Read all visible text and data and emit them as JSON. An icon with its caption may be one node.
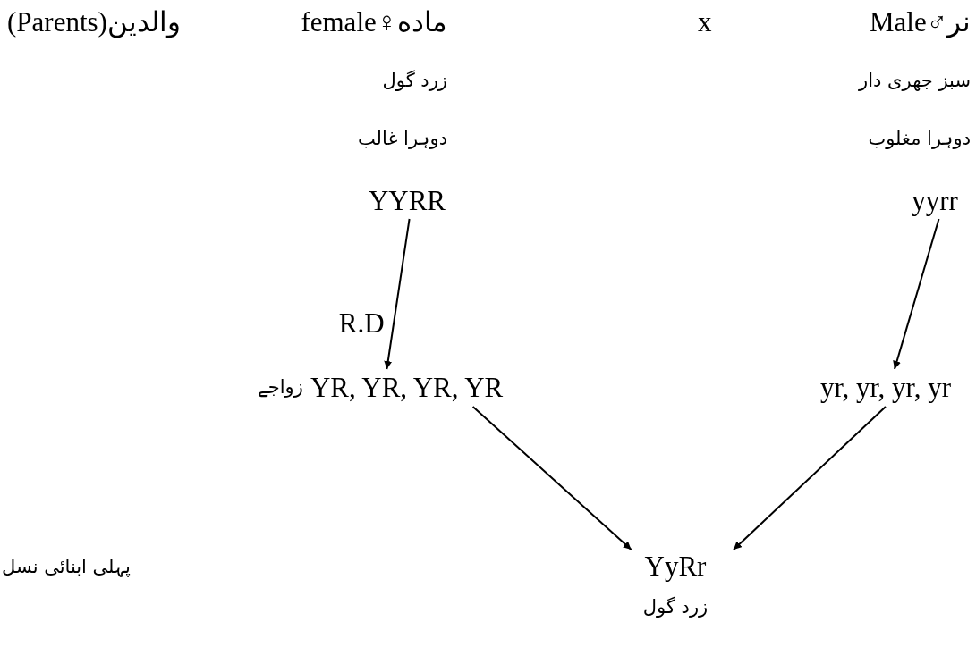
{
  "diagram": {
    "nodes": [
      {
        "text": [
          "YYRR"
        ]
      },
      {
        "text": [
          "yyrr"
        ]
      },
      {
        "text": [
          "YR, YR, YR, YR"
        ],
        "beside": [
          "زواجے"
        ]
      },
      {
        "text": [
          "yr, yr, yr, yr"
        ]
      },
      {
        "text": [
          "YyRr"
        ],
        "beside": [
          "زرد گول"
        ]
      }
    ],
    "edges": [
      {
        "from": 0,
        "to": 2,
        "arrow": "to",
        "label": "R.D"
      },
      {
        "from": 1,
        "to": 3,
        "arrow": "to"
      },
      {
        "from": 2,
        "to": 4,
        "arrow": "to"
      },
      {
        "from": 3,
        "to": 4,
        "arrow": "to"
      }
    ],
    "labels": [
      "(Parents)والدین",
      "female♀ماده",
      "x",
      "Male♂نر",
      "زرد گول",
      "سبز جھری دار",
      "دوہرا غالب",
      "دوہرا مغلوب",
      "پہلی ابنائی نسل"
    ]
  }
}
